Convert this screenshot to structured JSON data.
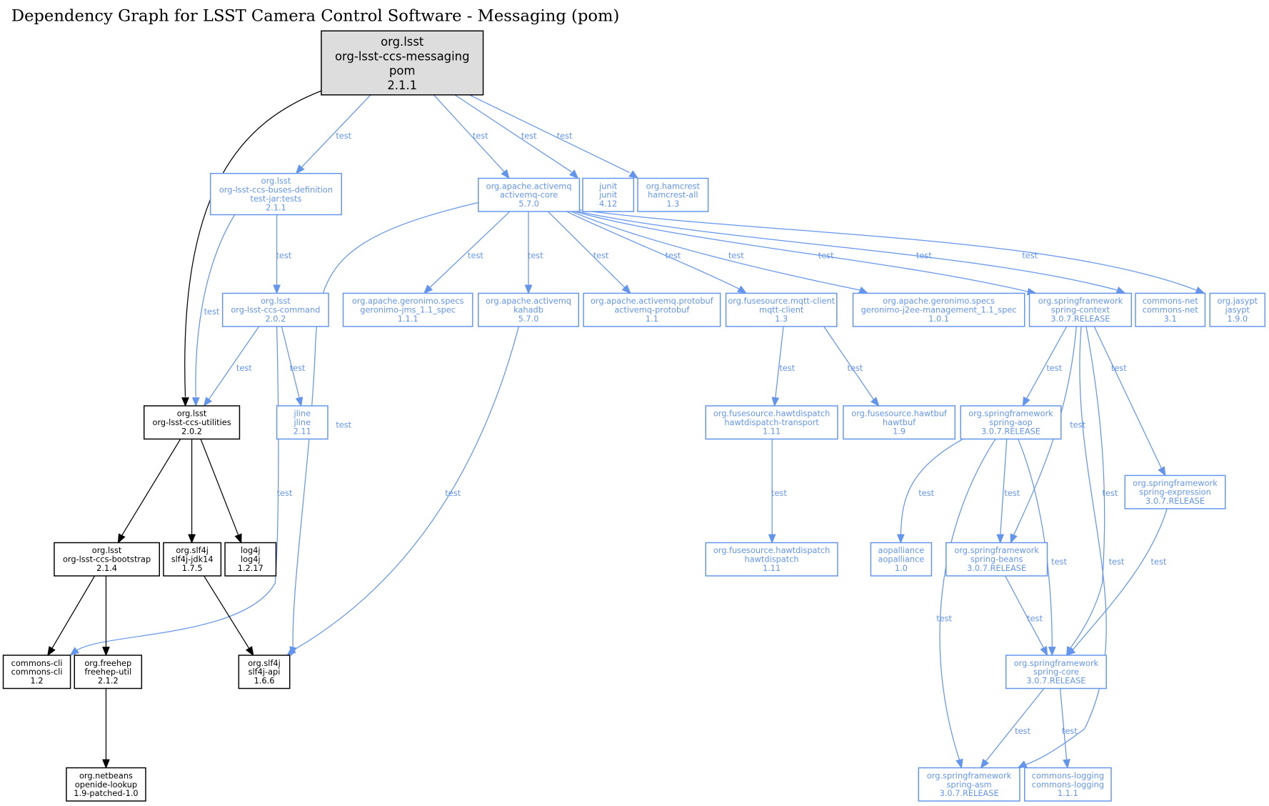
{
  "title": "Dependency Graph for LSST Camera Control Software - Messaging (pom)",
  "colors": {
    "compile": "#000000",
    "test": "#6495ed",
    "root_fill": "#dddddd"
  },
  "nodes": [
    {
      "id": "root",
      "kind": "root",
      "lines": [
        "org.lsst",
        "org-lsst-ccs-messaging",
        "pom",
        "2.1.1"
      ]
    },
    {
      "id": "buses",
      "kind": "test",
      "lines": [
        "org.lsst",
        "org-lsst-ccs-buses-definition",
        "test-jar:tests",
        "2.1.1"
      ]
    },
    {
      "id": "amqcore",
      "kind": "test",
      "lines": [
        "org.apache.activemq",
        "activemq-core",
        "5.7.0"
      ]
    },
    {
      "id": "junit",
      "kind": "test",
      "lines": [
        "junit",
        "junit",
        "4.12"
      ]
    },
    {
      "id": "hamcrest",
      "kind": "test",
      "lines": [
        "org.hamcrest",
        "hamcrest-all",
        "1.3"
      ]
    },
    {
      "id": "command",
      "kind": "test",
      "lines": [
        "org.lsst",
        "org-lsst-ccs-command",
        "2.0.2"
      ]
    },
    {
      "id": "jms",
      "kind": "test",
      "lines": [
        "org.apache.geronimo.specs",
        "geronimo-jms_1.1_spec",
        "1.1.1"
      ]
    },
    {
      "id": "kahadb",
      "kind": "test",
      "lines": [
        "org.apache.activemq",
        "kahadb",
        "5.7.0"
      ]
    },
    {
      "id": "protobuf",
      "kind": "test",
      "lines": [
        "org.apache.activemq.protobuf",
        "activemq-protobuf",
        "1.1"
      ]
    },
    {
      "id": "mqtt",
      "kind": "test",
      "lines": [
        "org.fusesource.mqtt-client",
        "mqtt-client",
        "1.3"
      ]
    },
    {
      "id": "j2ee",
      "kind": "test",
      "lines": [
        "org.apache.geronimo.specs",
        "geronimo-j2ee-management_1.1_spec",
        "1.0.1"
      ]
    },
    {
      "id": "context",
      "kind": "test",
      "lines": [
        "org.springframework",
        "spring-context",
        "3.0.7.RELEASE"
      ]
    },
    {
      "id": "cnet",
      "kind": "test",
      "lines": [
        "commons-net",
        "commons-net",
        "3.1"
      ]
    },
    {
      "id": "jasypt",
      "kind": "test",
      "lines": [
        "org.jasypt",
        "jasypt",
        "1.9.0"
      ]
    },
    {
      "id": "utilities",
      "kind": "compile",
      "lines": [
        "org.lsst",
        "org-lsst-ccs-utilities",
        "2.0.2"
      ]
    },
    {
      "id": "jline",
      "kind": "test",
      "lines": [
        "jline",
        "jline",
        "2.11"
      ]
    },
    {
      "id": "hdtransport",
      "kind": "test",
      "lines": [
        "org.fusesource.hawtdispatch",
        "hawtdispatch-transport",
        "1.11"
      ]
    },
    {
      "id": "hawtbuf",
      "kind": "test",
      "lines": [
        "org.fusesource.hawtbuf",
        "hawtbuf",
        "1.9"
      ]
    },
    {
      "id": "aop",
      "kind": "test",
      "lines": [
        "org.springframework",
        "spring-aop",
        "3.0.7.RELEASE"
      ]
    },
    {
      "id": "expression",
      "kind": "test",
      "lines": [
        "org.springframework",
        "spring-expression",
        "3.0.7.RELEASE"
      ]
    },
    {
      "id": "bootstrap",
      "kind": "compile",
      "lines": [
        "org.lsst",
        "org-lsst-ccs-bootstrap",
        "2.1.4"
      ]
    },
    {
      "id": "jdk14",
      "kind": "compile",
      "lines": [
        "org.slf4j",
        "slf4j-jdk14",
        "1.7.5"
      ]
    },
    {
      "id": "log4j",
      "kind": "compile",
      "lines": [
        "log4j",
        "log4j",
        "1.2.17"
      ]
    },
    {
      "id": "hawtdispatch",
      "kind": "test",
      "lines": [
        "org.fusesource.hawtdispatch",
        "hawtdispatch",
        "1.11"
      ]
    },
    {
      "id": "aopalliance",
      "kind": "test",
      "lines": [
        "aopalliance",
        "aopalliance",
        "1.0"
      ]
    },
    {
      "id": "beans",
      "kind": "test",
      "lines": [
        "org.springframework",
        "spring-beans",
        "3.0.7.RELEASE"
      ]
    },
    {
      "id": "cli",
      "kind": "compile",
      "lines": [
        "commons-cli",
        "commons-cli",
        "1.2"
      ]
    },
    {
      "id": "freehep",
      "kind": "compile",
      "lines": [
        "org.freehep",
        "freehep-util",
        "2.1.2"
      ]
    },
    {
      "id": "slf4japi",
      "kind": "compile",
      "lines": [
        "org.slf4j",
        "slf4j-api",
        "1.6.6"
      ]
    },
    {
      "id": "core",
      "kind": "test",
      "lines": [
        "org.springframework",
        "spring-core",
        "3.0.7.RELEASE"
      ]
    },
    {
      "id": "netbeans",
      "kind": "compile",
      "lines": [
        "org.netbeans",
        "openide-lookup",
        "1.9-patched-1.0"
      ]
    },
    {
      "id": "asm",
      "kind": "test",
      "lines": [
        "org.springframework",
        "spring-asm",
        "3.0.7.RELEASE"
      ]
    },
    {
      "id": "logging",
      "kind": "test",
      "lines": [
        "commons-logging",
        "commons-logging",
        "1.1.1"
      ]
    }
  ],
  "edges": [
    {
      "from": "root",
      "to": "utilities",
      "scope": "compile",
      "label": ""
    },
    {
      "from": "root",
      "to": "buses",
      "scope": "test",
      "label": "test"
    },
    {
      "from": "root",
      "to": "amqcore",
      "scope": "test",
      "label": "test"
    },
    {
      "from": "root",
      "to": "junit",
      "scope": "test",
      "label": "test"
    },
    {
      "from": "root",
      "to": "hamcrest",
      "scope": "test",
      "label": "test"
    },
    {
      "from": "buses",
      "to": "command",
      "scope": "test",
      "label": "test"
    },
    {
      "from": "buses",
      "to": "utilities",
      "scope": "test",
      "label": "test"
    },
    {
      "from": "command",
      "to": "utilities",
      "scope": "test",
      "label": "test"
    },
    {
      "from": "command",
      "to": "jline",
      "scope": "test",
      "label": "test"
    },
    {
      "from": "command",
      "to": "cli",
      "scope": "test",
      "label": "test"
    },
    {
      "from": "amqcore",
      "to": "slf4japi",
      "scope": "test",
      "label": "test"
    },
    {
      "from": "amqcore",
      "to": "jms",
      "scope": "test",
      "label": "test"
    },
    {
      "from": "amqcore",
      "to": "kahadb",
      "scope": "test",
      "label": "test"
    },
    {
      "from": "amqcore",
      "to": "protobuf",
      "scope": "test",
      "label": "test"
    },
    {
      "from": "amqcore",
      "to": "mqtt",
      "scope": "test",
      "label": "test"
    },
    {
      "from": "amqcore",
      "to": "j2ee",
      "scope": "test",
      "label": "test"
    },
    {
      "from": "amqcore",
      "to": "context",
      "scope": "test",
      "label": "test"
    },
    {
      "from": "amqcore",
      "to": "cnet",
      "scope": "test",
      "label": "test"
    },
    {
      "from": "amqcore",
      "to": "jasypt",
      "scope": "test",
      "label": "test"
    },
    {
      "from": "kahadb",
      "to": "slf4japi",
      "scope": "test",
      "label": "test"
    },
    {
      "from": "mqtt",
      "to": "hdtransport",
      "scope": "test",
      "label": "test"
    },
    {
      "from": "mqtt",
      "to": "hawtbuf",
      "scope": "test",
      "label": "test"
    },
    {
      "from": "hdtransport",
      "to": "hawtdispatch",
      "scope": "test",
      "label": "test"
    },
    {
      "from": "context",
      "to": "aop",
      "scope": "test",
      "label": "test"
    },
    {
      "from": "context",
      "to": "beans",
      "scope": "test",
      "label": "test"
    },
    {
      "from": "context",
      "to": "core",
      "scope": "test",
      "label": "test"
    },
    {
      "from": "context",
      "to": "asm",
      "scope": "test",
      "label": "test"
    },
    {
      "from": "context",
      "to": "expression",
      "scope": "test",
      "label": "test"
    },
    {
      "from": "aop",
      "to": "aopalliance",
      "scope": "test",
      "label": "test"
    },
    {
      "from": "aop",
      "to": "asm",
      "scope": "test",
      "label": "test"
    },
    {
      "from": "aop",
      "to": "beans",
      "scope": "test",
      "label": "test"
    },
    {
      "from": "aop",
      "to": "core",
      "scope": "test",
      "label": "test"
    },
    {
      "from": "expression",
      "to": "core",
      "scope": "test",
      "label": "test"
    },
    {
      "from": "beans",
      "to": "core",
      "scope": "test",
      "label": "test"
    },
    {
      "from": "core",
      "to": "asm",
      "scope": "test",
      "label": "test"
    },
    {
      "from": "core",
      "to": "logging",
      "scope": "test",
      "label": "test"
    },
    {
      "from": "utilities",
      "to": "bootstrap",
      "scope": "compile",
      "label": ""
    },
    {
      "from": "utilities",
      "to": "jdk14",
      "scope": "compile",
      "label": ""
    },
    {
      "from": "utilities",
      "to": "log4j",
      "scope": "compile",
      "label": ""
    },
    {
      "from": "bootstrap",
      "to": "cli",
      "scope": "compile",
      "label": ""
    },
    {
      "from": "bootstrap",
      "to": "freehep",
      "scope": "compile",
      "label": ""
    },
    {
      "from": "jdk14",
      "to": "slf4japi",
      "scope": "compile",
      "label": ""
    },
    {
      "from": "freehep",
      "to": "netbeans",
      "scope": "compile",
      "label": ""
    }
  ]
}
